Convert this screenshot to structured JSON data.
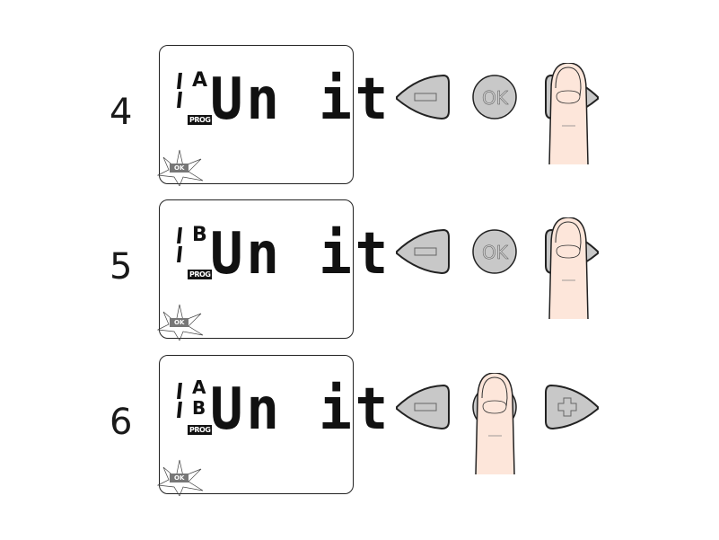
{
  "steps": [
    {
      "number": "4",
      "indicator": [
        "A"
      ],
      "prog": "PROG",
      "display": "Un it",
      "ok_badge": "OK",
      "button_ok": "OK",
      "pressed": "plus"
    },
    {
      "number": "5",
      "indicator": [
        "B"
      ],
      "prog": "PROG",
      "display": "Un it",
      "ok_badge": "OK",
      "button_ok": "OK",
      "pressed": "plus"
    },
    {
      "number": "6",
      "indicator": [
        "A",
        "B"
      ],
      "prog": "PROG",
      "display": "Un it",
      "ok_badge": "OK",
      "button_ok": "OK",
      "pressed": "ok"
    }
  ],
  "colors": {
    "button": "#c8c8c8",
    "finger": "#fde6da",
    "outline": "#222222"
  }
}
